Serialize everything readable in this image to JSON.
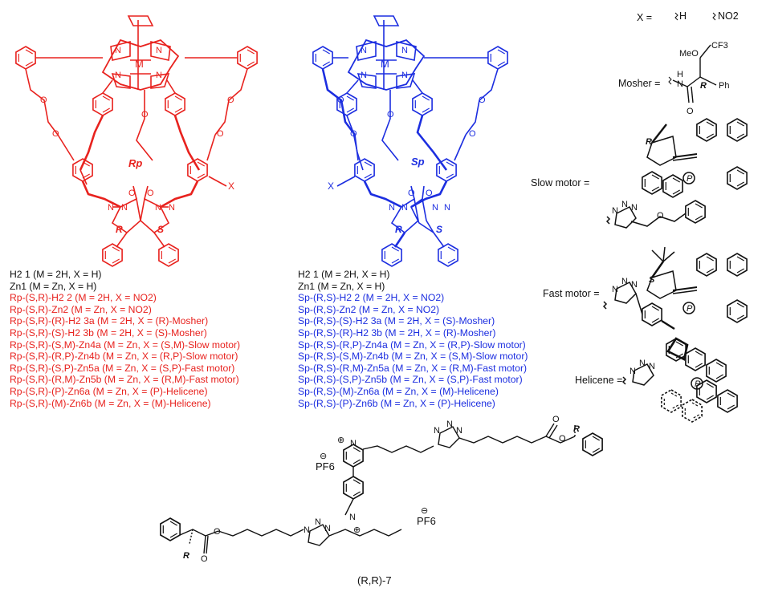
{
  "colors": {
    "red_series": "#e8221e",
    "blue_series": "#1c2ee0",
    "black": "#111111"
  },
  "left_structure": {
    "metal_label": "M",
    "N": "N",
    "O": "O",
    "X": "X",
    "planar_chirality": "Rp",
    "R": "R",
    "S": "S"
  },
  "right_structure": {
    "metal_label": "M",
    "N": "N",
    "O": "O",
    "X": "X",
    "planar_chirality": "Sp",
    "R": "R",
    "S": "S"
  },
  "legend": {
    "x_eq": "X =",
    "x_h": "H",
    "x_no2": "NO2",
    "mosher": "Mosher =",
    "mosher_meo": "MeO",
    "mosher_cf3": "CF3",
    "mosher_h": "H",
    "mosher_n": "N",
    "mosher_o": "O",
    "mosher_r": "R",
    "mosher_ph": "Ph",
    "slow_motor": "Slow motor =",
    "fast_motor": "Fast motor =",
    "helicene": "Helicene =",
    "motor_R": "R",
    "motor_S": "S",
    "P": "P",
    "N": "N",
    "O": "O"
  },
  "left_list": [
    "H2 1 (M = 2H, X = H)",
    "Zn1 (M = Zn, X = H)",
    "Rp-(S,R)-H2 2 (M = 2H, X = NO2)",
    "Rp-(S,R)-Zn2 (M = Zn, X = NO2)",
    "Rp-(S,R)-(R)-H2 3a (M = 2H, X = (R)-Mosher)",
    "Rp-(S,R)-(S)-H2 3b (M = 2H, X = (S)-Mosher)",
    "Rp-(S,R)-(S,M)-Zn4a (M = Zn, X = (S,M)-Slow motor)",
    "Rp-(S,R)-(R,P)-Zn4b (M = Zn, X = (R,P)-Slow motor)",
    "Rp-(S,R)-(S,P)-Zn5a (M = Zn, X = (S,P)-Fast motor)",
    "Rp-(S,R)-(R,M)-Zn5b (M = Zn, X = (R,M)-Fast motor)",
    "Rp-(S,R)-(P)-Zn6a (M = Zn, X = (P)-Helicene)",
    "Rp-(S,R)-(M)-Zn6b (M = Zn, X = (M)-Helicene)"
  ],
  "right_list": [
    "H2 1 (M = 2H, X = H)",
    "Zn1 (M = Zn, X = H)",
    "Sp-(R,S)-H2 2 (M = 2H, X = NO2)",
    "Sp-(R,S)-Zn2 (M = Zn, X = NO2)",
    "Sp-(R,S)-(S)-H2 3a (M = 2H, X = (S)-Mosher)",
    "Sp-(R,S)-(R)-H2 3b (M = 2H, X = (R)-Mosher)",
    "Sp-(R,S)-(R,P)-Zn4a (M = Zn, X = (R,P)-Slow motor)",
    "Sp-(R,S)-(S,M)-Zn4b (M = Zn, X = (S,M)-Slow motor)",
    "Sp-(R,S)-(R,M)-Zn5a (M = Zn, X = (R,M)-Fast motor)",
    "Sp-(R,S)-(S,P)-Zn5b (M = Zn, X = (S,P)-Fast motor)",
    "Sp-(R,S)-(M)-Zn6a (M = Zn, X = (M)-Helicene)",
    "Sp-(R,S)-(P)-Zn6b (M = Zn, X = (P)-Helicene)"
  ],
  "bottom": {
    "pf6_top": "PF6",
    "pf6_bottom": "PF6",
    "minus": "⊖",
    "plus": "⊕",
    "N": "N",
    "O": "O",
    "R": "R",
    "compound_label": "(R,R)-7"
  }
}
